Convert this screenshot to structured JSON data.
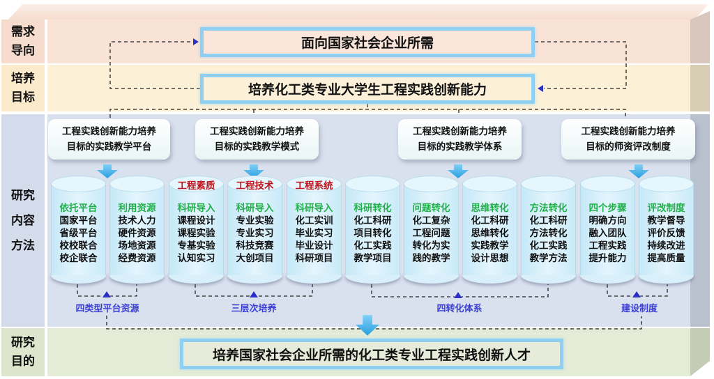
{
  "rows": [
    {
      "label_lines": [
        "需求",
        "导向"
      ]
    },
    {
      "label_lines": [
        "培养",
        "目标"
      ]
    },
    {
      "label_lines": [
        "研究",
        "内容",
        "方法"
      ]
    },
    {
      "label_lines": [
        "研究",
        "目的"
      ]
    }
  ],
  "demand_title": "面向国家社会企业所需",
  "goal_title": "培养化工类专业大学生工程实践创新能力",
  "purpose_title": "培养国家社会企业所需的化工类专业工程实践创新人才",
  "goal_boxes": [
    {
      "line1": "工程实践创新能力培养",
      "line2": "目标的实践教学平台"
    },
    {
      "line1": "工程实践创新能力培养",
      "line2": "目标的实践教学模式"
    },
    {
      "line1": "工程实践创新能力培养",
      "line2": "目标的实践教学体系"
    },
    {
      "line1": "工程实践创新能力培养",
      "line2": "目标的师资评改制度"
    }
  ],
  "cylinders": [
    {
      "header": "",
      "title": "依托平台",
      "items": [
        "国家平台",
        "省级平台",
        "校校联合",
        "校企联合"
      ]
    },
    {
      "header": "",
      "title": "利用资源",
      "items": [
        "技术人力",
        "硬件资源",
        "场地资源",
        "经费资源"
      ]
    },
    {
      "header": "工程素质",
      "title": "科研导入",
      "items": [
        "课程设计",
        "课程实验",
        "专基实验",
        "认知实习"
      ]
    },
    {
      "header": "工程技术",
      "title": "科研导入",
      "items": [
        "专业实验",
        "专业实习",
        "科技竞赛",
        "大创项目"
      ]
    },
    {
      "header": "工程系统",
      "title": "科研导入",
      "items": [
        "化工实训",
        "毕业实习",
        "毕业设计",
        "科研项目"
      ]
    },
    {
      "header": "",
      "title": "科研转化",
      "items": [
        "化工科研",
        "项目转化",
        "化工实践",
        "教学项目"
      ]
    },
    {
      "header": "",
      "title": "问题转化",
      "items": [
        "化工复杂",
        "工程问题",
        "转化为实",
        "践的教学"
      ]
    },
    {
      "header": "",
      "title": "思维转化",
      "items": [
        "化工科研",
        "思维转化",
        "实践教学",
        "设计思想"
      ]
    },
    {
      "header": "",
      "title": "方法转化",
      "items": [
        "化工科研",
        "方法转化",
        "化工实践",
        "教学方法"
      ]
    },
    {
      "header": "",
      "title": "四个步骤",
      "items": [
        "明确方向",
        "融入团队",
        "工程实践",
        "提升能力"
      ]
    },
    {
      "header": "",
      "title": "评改制度",
      "items": [
        "教学督导",
        "评价反馈",
        "持续改进",
        "提高质量"
      ]
    }
  ],
  "group_labels": [
    "四类型平台资源",
    "三层次培养",
    "四转化体系",
    "建设制度"
  ],
  "colors": {
    "header_red": "#c0141c",
    "title_green": "#22b04b",
    "group_blue": "#3b3fd6",
    "title_border": "#8fd0f2",
    "arrow_blue": "#3fb0ec"
  },
  "icons": {
    "flow_arrow": "down-arrow-icon",
    "connector_head": "triangle-pointer-icon"
  }
}
